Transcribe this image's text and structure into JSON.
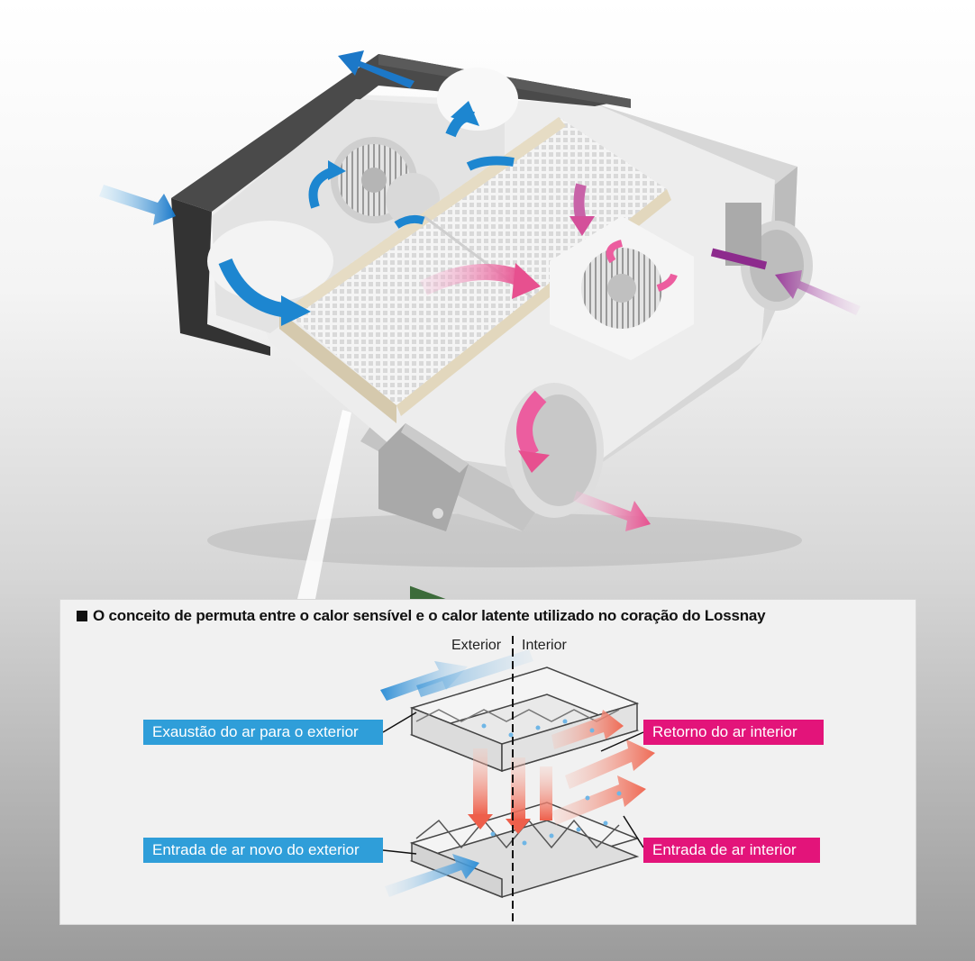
{
  "diagram": {
    "title": "O conceito de permuta entre o calor sensível e o calor latente utilizado no coração do Lossnay",
    "sides": {
      "exterior": "Exterior",
      "interior": "Interior"
    },
    "labels": {
      "exhaust": "Exaustão do ar para o exterior",
      "fresh_intake": "Entrada de ar novo do exterior",
      "indoor_return": "Retorno do ar interior",
      "indoor_intake": "Entrada de ar interior"
    },
    "colors": {
      "blue": "#2f9ed9",
      "pink": "#e3147a",
      "unit_body": "#e9e9e9",
      "insulation": "#3a3a3a"
    }
  }
}
